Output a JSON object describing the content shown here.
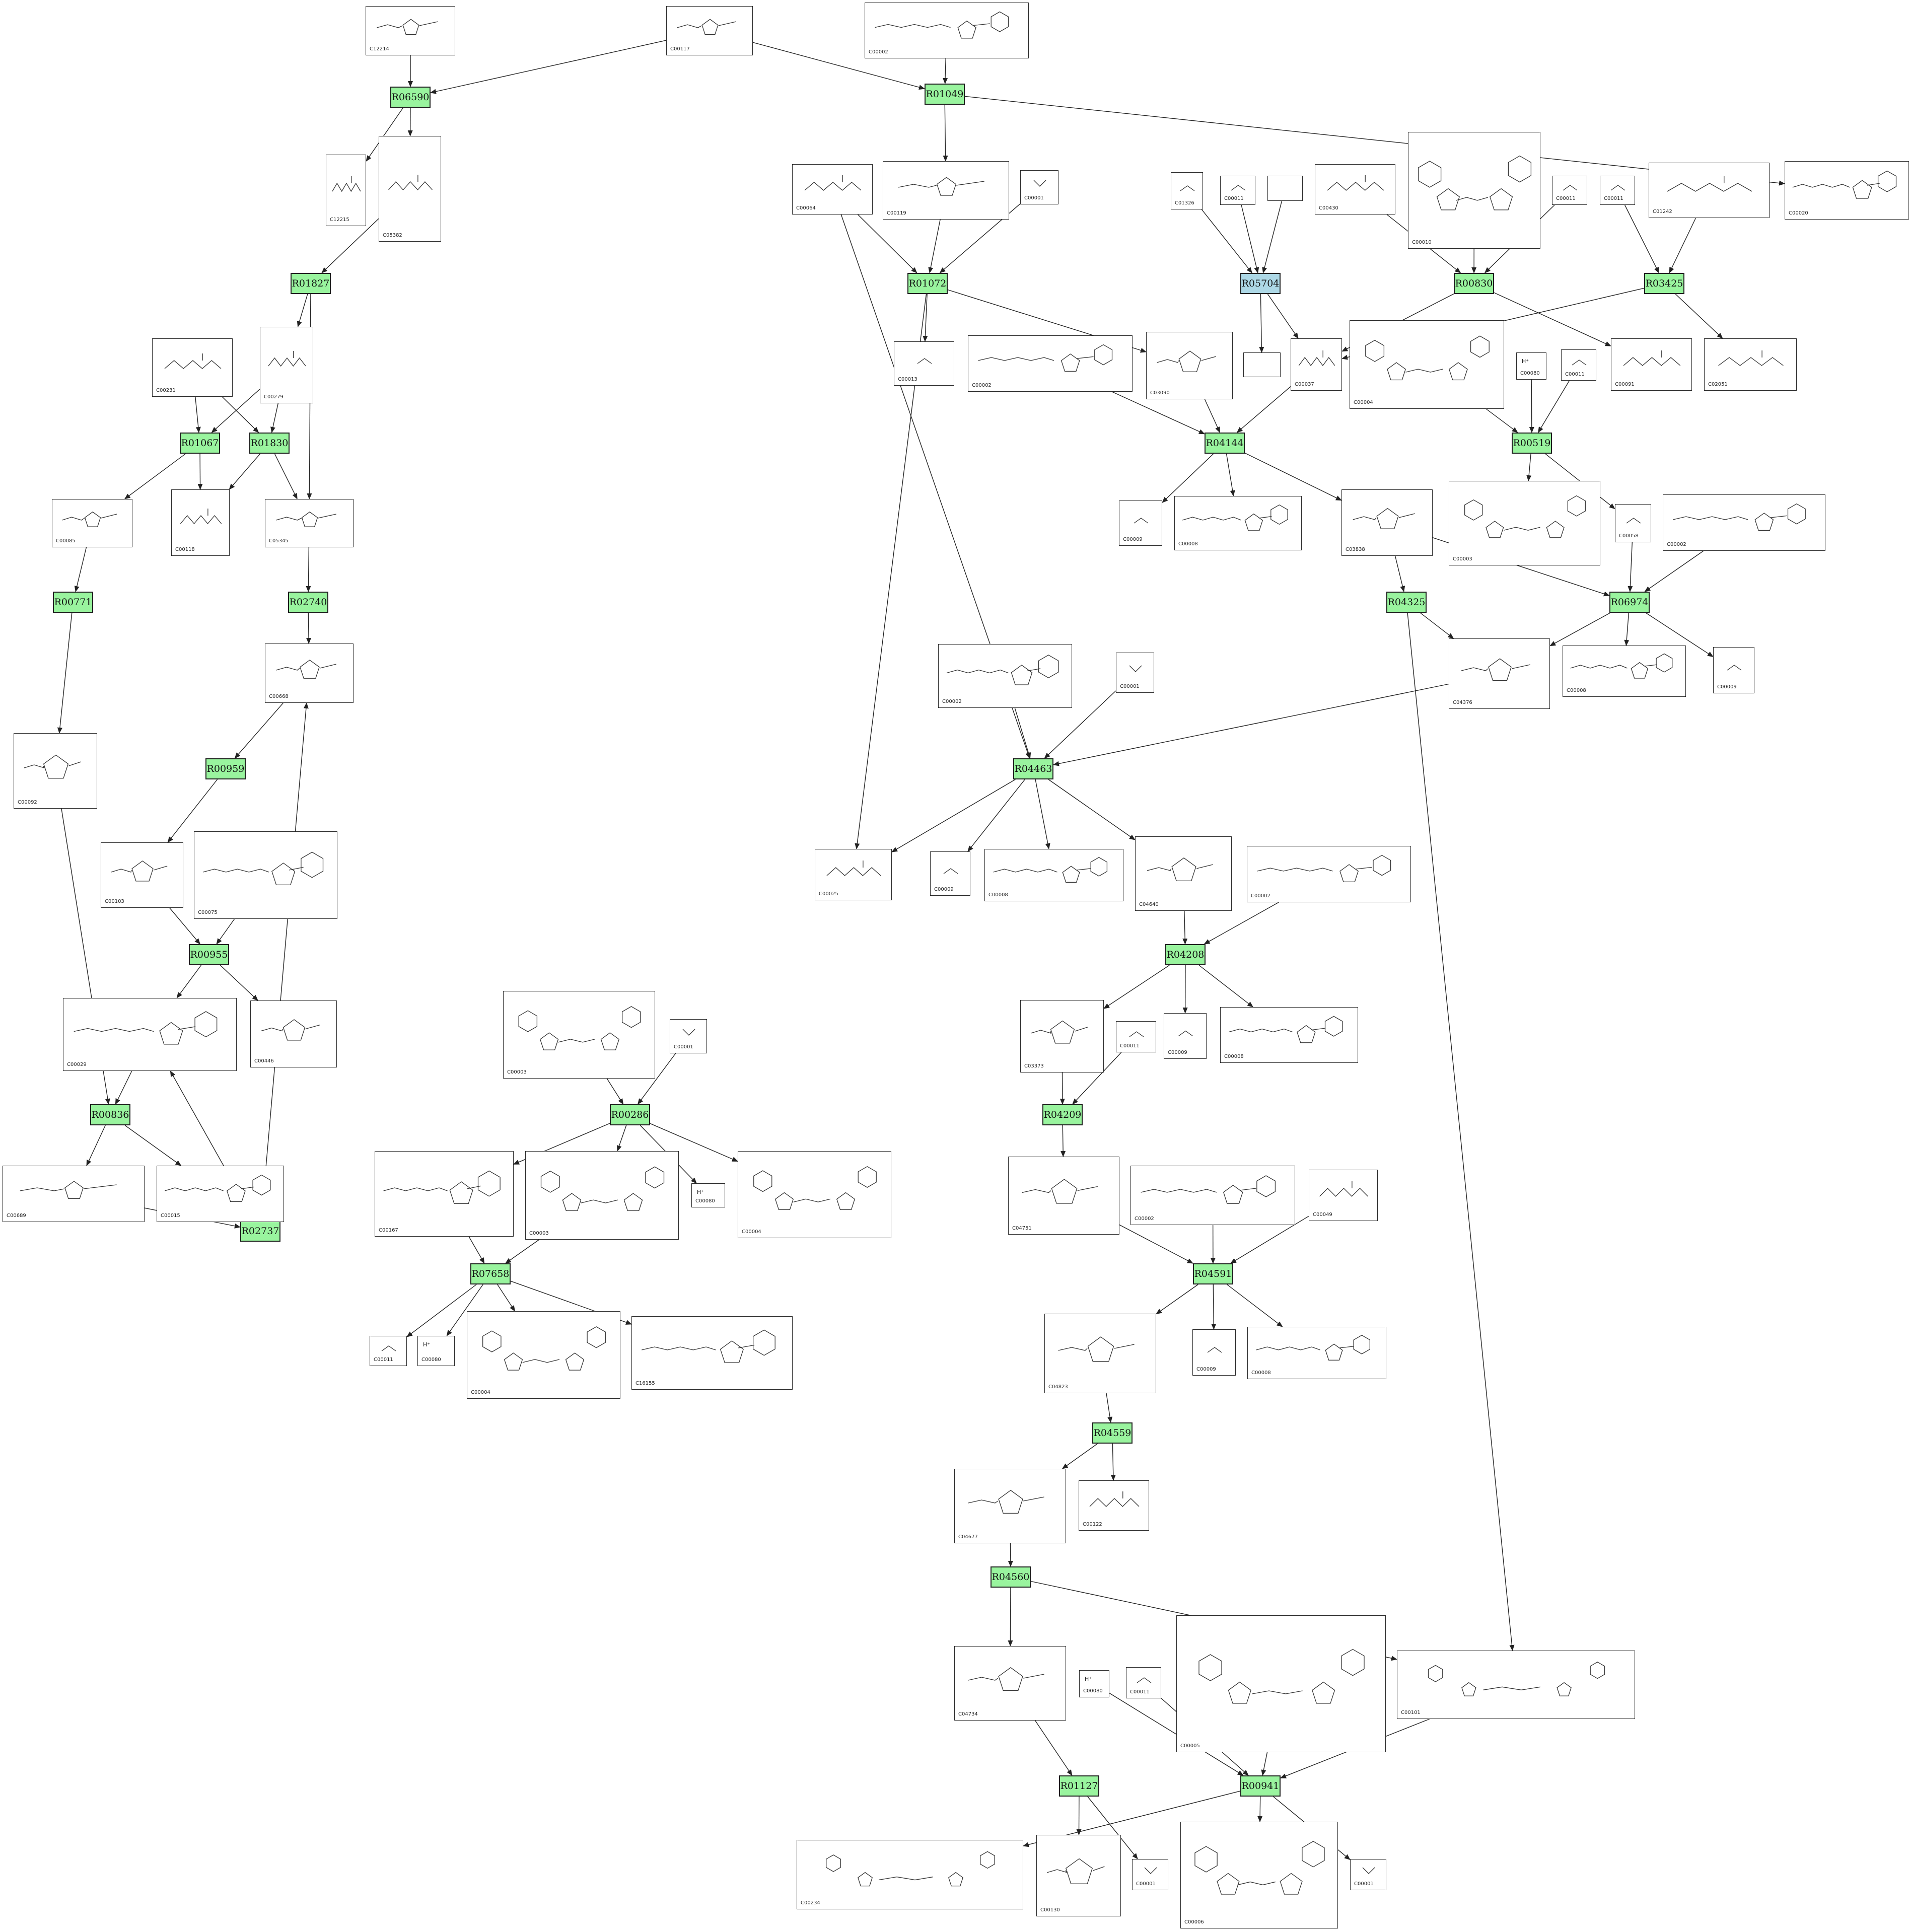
{
  "colors": {
    "reaction_fill": "#99f49e",
    "reaction_alt_fill": "#add8e6",
    "edge": "#222222",
    "compound_border": "#2a2a2a"
  },
  "reactions": [
    {
      "id": "R06590",
      "label": "R06590",
      "fill": "green"
    },
    {
      "id": "R01049",
      "label": "R01049",
      "fill": "green"
    },
    {
      "id": "R01827",
      "label": "R01827",
      "fill": "green"
    },
    {
      "id": "R01072",
      "label": "R01072",
      "fill": "green"
    },
    {
      "id": "R05704",
      "label": "R05704",
      "fill": "blue"
    },
    {
      "id": "R00830",
      "label": "R00830",
      "fill": "green"
    },
    {
      "id": "R03425",
      "label": "R03425",
      "fill": "green"
    },
    {
      "id": "R01067",
      "label": "R01067",
      "fill": "green"
    },
    {
      "id": "R01830",
      "label": "R01830",
      "fill": "green"
    },
    {
      "id": "R04144",
      "label": "R04144",
      "fill": "green"
    },
    {
      "id": "R00519",
      "label": "R00519",
      "fill": "green"
    },
    {
      "id": "R00771",
      "label": "R00771",
      "fill": "green"
    },
    {
      "id": "R02740",
      "label": "R02740",
      "fill": "green"
    },
    {
      "id": "R04325",
      "label": "R04325",
      "fill": "green"
    },
    {
      "id": "R06974",
      "label": "R06974",
      "fill": "green"
    },
    {
      "id": "R00959",
      "label": "R00959",
      "fill": "green"
    },
    {
      "id": "R04463",
      "label": "R04463",
      "fill": "green"
    },
    {
      "id": "R00955",
      "label": "R00955",
      "fill": "green"
    },
    {
      "id": "R04208",
      "label": "R04208",
      "fill": "green"
    },
    {
      "id": "R00836",
      "label": "R00836",
      "fill": "green"
    },
    {
      "id": "R00286",
      "label": "R00286",
      "fill": "green"
    },
    {
      "id": "R04209",
      "label": "R04209",
      "fill": "green"
    },
    {
      "id": "R02737",
      "label": "R02737",
      "fill": "green"
    },
    {
      "id": "R07658",
      "label": "R07658",
      "fill": "green"
    },
    {
      "id": "R04591",
      "label": "R04591",
      "fill": "green"
    },
    {
      "id": "R04559",
      "label": "R04559",
      "fill": "green"
    },
    {
      "id": "R04560",
      "label": "R04560",
      "fill": "green"
    },
    {
      "id": "R01127",
      "label": "R01127",
      "fill": "green"
    },
    {
      "id": "R00941",
      "label": "R00941",
      "fill": "green"
    }
  ],
  "compounds": [
    {
      "id": "n1",
      "code": "C12214",
      "ion": "",
      "glyph": "sugar"
    },
    {
      "id": "n2",
      "code": "C00117",
      "ion": "",
      "glyph": "sugar"
    },
    {
      "id": "n3",
      "code": "C00002",
      "ion": "",
      "glyph": "nucleotide"
    },
    {
      "id": "n4",
      "code": "C12215",
      "ion": "",
      "glyph": "chain"
    },
    {
      "id": "n5",
      "code": "C05382",
      "ion": "",
      "glyph": "chain"
    },
    {
      "id": "n6",
      "code": "C00064",
      "ion": "",
      "glyph": "chain"
    },
    {
      "id": "n7",
      "code": "C00119",
      "ion": "",
      "glyph": "sugar"
    },
    {
      "id": "n8",
      "code": "C00001",
      "ion": "",
      "glyph": "water"
    },
    {
      "id": "n9",
      "code": "C01326",
      "ion": "",
      "glyph": "small"
    },
    {
      "id": "n10",
      "code": "C00011",
      "ion": "",
      "glyph": "small"
    },
    {
      "id": "n11",
      "code": "",
      "ion": "",
      "glyph": "empty"
    },
    {
      "id": "n12",
      "code": "C00430",
      "ion": "",
      "glyph": "chain"
    },
    {
      "id": "n13",
      "code": "C00010",
      "ion": "",
      "glyph": "big"
    },
    {
      "id": "n14",
      "code": "C00011",
      "ion": "",
      "glyph": "small"
    },
    {
      "id": "n15",
      "code": "C00011",
      "ion": "",
      "glyph": "small"
    },
    {
      "id": "n16",
      "code": "C01242",
      "ion": "",
      "glyph": "chain"
    },
    {
      "id": "n17",
      "code": "C00020",
      "ion": "",
      "glyph": "nucleotide"
    },
    {
      "id": "n18",
      "code": "C00231",
      "ion": "",
      "glyph": "chain"
    },
    {
      "id": "n19",
      "code": "C00279",
      "ion": "",
      "glyph": "chain"
    },
    {
      "id": "n20",
      "code": "C00013",
      "ion": "",
      "glyph": "small"
    },
    {
      "id": "n21",
      "code": "C00002",
      "ion": "",
      "glyph": "nucleotide"
    },
    {
      "id": "n22",
      "code": "C03090",
      "ion": "",
      "glyph": "sugar"
    },
    {
      "id": "n23",
      "code": "",
      "ion": "",
      "glyph": "empty"
    },
    {
      "id": "n24",
      "code": "C00037",
      "ion": "",
      "glyph": "chain"
    },
    {
      "id": "n25",
      "code": "C00004",
      "ion": "",
      "glyph": "big"
    },
    {
      "id": "n26",
      "code": "C00080",
      "ion": "H⁺",
      "glyph": "ion"
    },
    {
      "id": "n27",
      "code": "C00011",
      "ion": "",
      "glyph": "small"
    },
    {
      "id": "n28",
      "code": "C00091",
      "ion": "",
      "glyph": "chain"
    },
    {
      "id": "n29",
      "code": "C02051",
      "ion": "",
      "glyph": "chain"
    },
    {
      "id": "n30",
      "code": "C00085",
      "ion": "",
      "glyph": "sugar"
    },
    {
      "id": "n31",
      "code": "C00118",
      "ion": "",
      "glyph": "chain"
    },
    {
      "id": "n32",
      "code": "C05345",
      "ion": "",
      "glyph": "sugar"
    },
    {
      "id": "n33",
      "code": "C00009",
      "ion": "",
      "glyph": "small"
    },
    {
      "id": "n34",
      "code": "C00008",
      "ion": "",
      "glyph": "nucleotide"
    },
    {
      "id": "n35",
      "code": "C03838",
      "ion": "",
      "glyph": "sugar"
    },
    {
      "id": "n36",
      "code": "C00003",
      "ion": "",
      "glyph": "big"
    },
    {
      "id": "n37",
      "code": "C00058",
      "ion": "",
      "glyph": "small"
    },
    {
      "id": "n38",
      "code": "C00002",
      "ion": "",
      "glyph": "nucleotide"
    },
    {
      "id": "n39",
      "code": "C00668",
      "ion": "",
      "glyph": "sugar"
    },
    {
      "id": "n40",
      "code": "C00002",
      "ion": "",
      "glyph": "nucleotide"
    },
    {
      "id": "n41",
      "code": "C00001",
      "ion": "",
      "glyph": "water"
    },
    {
      "id": "n42",
      "code": "C04376",
      "ion": "",
      "glyph": "sugar"
    },
    {
      "id": "n43",
      "code": "C00008",
      "ion": "",
      "glyph": "nucleotide"
    },
    {
      "id": "n44",
      "code": "C00009",
      "ion": "",
      "glyph": "small"
    },
    {
      "id": "n45",
      "code": "C00092",
      "ion": "",
      "glyph": "sugar"
    },
    {
      "id": "n46",
      "code": "C00103",
      "ion": "",
      "glyph": "sugar"
    },
    {
      "id": "n47",
      "code": "C00075",
      "ion": "",
      "glyph": "nucleotide"
    },
    {
      "id": "n48",
      "code": "C00025",
      "ion": "",
      "glyph": "chain"
    },
    {
      "id": "n49",
      "code": "C00009",
      "ion": "",
      "glyph": "small"
    },
    {
      "id": "n50",
      "code": "C00008",
      "ion": "",
      "glyph": "nucleotide"
    },
    {
      "id": "n51",
      "code": "C04640",
      "ion": "",
      "glyph": "sugar"
    },
    {
      "id": "n52",
      "code": "C00002",
      "ion": "",
      "glyph": "nucleotide"
    },
    {
      "id": "n53",
      "code": "C00029",
      "ion": "",
      "glyph": "nucleotide"
    },
    {
      "id": "n54",
      "code": "C00446",
      "ion": "",
      "glyph": "sugar"
    },
    {
      "id": "n55",
      "code": "C00003",
      "ion": "",
      "glyph": "big"
    },
    {
      "id": "n56",
      "code": "C00001",
      "ion": "",
      "glyph": "water"
    },
    {
      "id": "n57",
      "code": "C03373",
      "ion": "",
      "glyph": "sugar"
    },
    {
      "id": "n58",
      "code": "C00011",
      "ion": "",
      "glyph": "small"
    },
    {
      "id": "n59",
      "code": "C00009",
      "ion": "",
      "glyph": "small"
    },
    {
      "id": "n60",
      "code": "C00008",
      "ion": "",
      "glyph": "nucleotide"
    },
    {
      "id": "n61",
      "code": "C00689",
      "ion": "",
      "glyph": "sugar"
    },
    {
      "id": "n62",
      "code": "C00015",
      "ion": "",
      "glyph": "nucleotide"
    },
    {
      "id": "n63",
      "code": "C00167",
      "ion": "",
      "glyph": "nucleotide"
    },
    {
      "id": "n64",
      "code": "C00003",
      "ion": "",
      "glyph": "big"
    },
    {
      "id": "n65",
      "code": "C00080",
      "ion": "H⁺",
      "glyph": "ion"
    },
    {
      "id": "n66",
      "code": "C00004",
      "ion": "",
      "glyph": "big"
    },
    {
      "id": "n67",
      "code": "C04751",
      "ion": "",
      "glyph": "sugar"
    },
    {
      "id": "n68",
      "code": "C00002",
      "ion": "",
      "glyph": "nucleotide"
    },
    {
      "id": "n69",
      "code": "C00049",
      "ion": "",
      "glyph": "chain"
    },
    {
      "id": "n70",
      "code": "C00011",
      "ion": "",
      "glyph": "small"
    },
    {
      "id": "n71",
      "code": "C00080",
      "ion": "H⁺",
      "glyph": "ion"
    },
    {
      "id": "n72",
      "code": "C00004",
      "ion": "",
      "glyph": "big"
    },
    {
      "id": "n73",
      "code": "C16155",
      "ion": "",
      "glyph": "nucleotide"
    },
    {
      "id": "n74",
      "code": "C04823",
      "ion": "",
      "glyph": "sugar"
    },
    {
      "id": "n75",
      "code": "C00009",
      "ion": "",
      "glyph": "small"
    },
    {
      "id": "n76",
      "code": "C00008",
      "ion": "",
      "glyph": "nucleotide"
    },
    {
      "id": "n77",
      "code": "C04677",
      "ion": "",
      "glyph": "sugar"
    },
    {
      "id": "n78",
      "code": "C00122",
      "ion": "",
      "glyph": "chain"
    },
    {
      "id": "n79",
      "code": "C04734",
      "ion": "",
      "glyph": "sugar"
    },
    {
      "id": "n80",
      "code": "C00080",
      "ion": "H⁺",
      "glyph": "ion"
    },
    {
      "id": "n81",
      "code": "C00011",
      "ion": "",
      "glyph": "small"
    },
    {
      "id": "n82",
      "code": "C00005",
      "ion": "",
      "glyph": "big"
    },
    {
      "id": "n83",
      "code": "C00101",
      "ion": "",
      "glyph": "big"
    },
    {
      "id": "n84",
      "code": "C00234",
      "ion": "",
      "glyph": "big"
    },
    {
      "id": "n85",
      "code": "C00130",
      "ion": "",
      "glyph": "sugar"
    },
    {
      "id": "n86",
      "code": "C00001",
      "ion": "",
      "glyph": "water"
    },
    {
      "id": "n87",
      "code": "C00006",
      "ion": "",
      "glyph": "big"
    },
    {
      "id": "n88",
      "code": "C00001",
      "ion": "",
      "glyph": "water"
    }
  ],
  "edges": [
    [
      "n1",
      "R06590"
    ],
    [
      "n2",
      "R06590"
    ],
    [
      "R06590",
      "n4"
    ],
    [
      "R06590",
      "n5"
    ],
    [
      "n2",
      "R01049"
    ],
    [
      "n3",
      "R01049"
    ],
    [
      "R01049",
      "n7"
    ],
    [
      "R01049",
      "n17"
    ],
    [
      "n5",
      "R01827"
    ],
    [
      "R01827",
      "n19"
    ],
    [
      "R01827",
      "n32"
    ],
    [
      "n6",
      "R01072"
    ],
    [
      "n7",
      "R01072"
    ],
    [
      "n8",
      "R01072"
    ],
    [
      "R01072",
      "n20"
    ],
    [
      "R01072",
      "n22"
    ],
    [
      "R01072",
      "n48"
    ],
    [
      "n9",
      "R05704"
    ],
    [
      "n10",
      "R05704"
    ],
    [
      "n11",
      "R05704"
    ],
    [
      "R05704",
      "n23"
    ],
    [
      "R05704",
      "n24"
    ],
    [
      "n12",
      "R00830"
    ],
    [
      "n13",
      "R00830"
    ],
    [
      "n14",
      "R00830"
    ],
    [
      "R00830",
      "n24"
    ],
    [
      "R00830",
      "n28"
    ],
    [
      "n15",
      "R03425"
    ],
    [
      "n16",
      "R03425"
    ],
    [
      "R03425",
      "n24"
    ],
    [
      "R03425",
      "n29"
    ],
    [
      "n18",
      "R01067"
    ],
    [
      "n19",
      "R01067"
    ],
    [
      "R01067",
      "n30"
    ],
    [
      "R01067",
      "n31"
    ],
    [
      "n18",
      "R01830"
    ],
    [
      "n19",
      "R01830"
    ],
    [
      "R01830",
      "n31"
    ],
    [
      "R01830",
      "n32"
    ],
    [
      "n21",
      "R04144"
    ],
    [
      "n22",
      "R04144"
    ],
    [
      "n24",
      "R04144"
    ],
    [
      "R04144",
      "n33"
    ],
    [
      "R04144",
      "n34"
    ],
    [
      "R04144",
      "n35"
    ],
    [
      "n25",
      "R00519"
    ],
    [
      "n26",
      "R00519"
    ],
    [
      "n27",
      "R00519"
    ],
    [
      "R00519",
      "n36"
    ],
    [
      "R00519",
      "n37"
    ],
    [
      "n30",
      "R00771"
    ],
    [
      "R00771",
      "n45"
    ],
    [
      "n32",
      "R02740"
    ],
    [
      "R02740",
      "n39"
    ],
    [
      "n35",
      "R04325"
    ],
    [
      "R04325",
      "n42"
    ],
    [
      "R04325",
      "n83"
    ],
    [
      "n35",
      "R06974"
    ],
    [
      "n37",
      "R06974"
    ],
    [
      "n38",
      "R06974"
    ],
    [
      "R06974",
      "n42"
    ],
    [
      "R06974",
      "n43"
    ],
    [
      "R06974",
      "n44"
    ],
    [
      "n39",
      "R00959"
    ],
    [
      "R00959",
      "n46"
    ],
    [
      "n40",
      "R04463"
    ],
    [
      "n41",
      "R04463"
    ],
    [
      "n42",
      "R04463"
    ],
    [
      "n6",
      "R04463"
    ],
    [
      "R04463",
      "n48"
    ],
    [
      "R04463",
      "n49"
    ],
    [
      "R04463",
      "n50"
    ],
    [
      "R04463",
      "n51"
    ],
    [
      "n46",
      "R00955"
    ],
    [
      "n47",
      "R00955"
    ],
    [
      "R00955",
      "n53"
    ],
    [
      "R00955",
      "n54"
    ],
    [
      "n51",
      "R04208"
    ],
    [
      "n52",
      "R04208"
    ],
    [
      "R04208",
      "n57"
    ],
    [
      "R04208",
      "n59"
    ],
    [
      "R04208",
      "n60"
    ],
    [
      "n45",
      "R00836"
    ],
    [
      "n53",
      "R00836"
    ],
    [
      "R00836",
      "n61"
    ],
    [
      "R00836",
      "n62"
    ],
    [
      "n55",
      "R00286"
    ],
    [
      "n56",
      "R00286"
    ],
    [
      "R00286",
      "n63"
    ],
    [
      "R00286",
      "n64"
    ],
    [
      "R00286",
      "n65"
    ],
    [
      "R00286",
      "n66"
    ],
    [
      "n57",
      "R04209"
    ],
    [
      "n58",
      "R04209"
    ],
    [
      "R04209",
      "n67"
    ],
    [
      "n61",
      "R02737"
    ],
    [
      "n62",
      "R02737"
    ],
    [
      "R02737",
      "n39"
    ],
    [
      "R02737",
      "n53"
    ],
    [
      "n63",
      "R07658"
    ],
    [
      "n64",
      "R07658"
    ],
    [
      "R07658",
      "n70"
    ],
    [
      "R07658",
      "n71"
    ],
    [
      "R07658",
      "n72"
    ],
    [
      "R07658",
      "n73"
    ],
    [
      "n67",
      "R04591"
    ],
    [
      "n68",
      "R04591"
    ],
    [
      "n69",
      "R04591"
    ],
    [
      "R04591",
      "n74"
    ],
    [
      "R04591",
      "n75"
    ],
    [
      "R04591",
      "n76"
    ],
    [
      "n74",
      "R04559"
    ],
    [
      "R04559",
      "n77"
    ],
    [
      "R04559",
      "n78"
    ],
    [
      "n77",
      "R04560"
    ],
    [
      "R04560",
      "n79"
    ],
    [
      "R04560",
      "n83"
    ],
    [
      "n79",
      "R01127"
    ],
    [
      "R01127",
      "n85"
    ],
    [
      "R01127",
      "n86"
    ],
    [
      "n80",
      "R00941"
    ],
    [
      "n81",
      "R00941"
    ],
    [
      "n82",
      "R00941"
    ],
    [
      "n83",
      "R00941"
    ],
    [
      "R00941",
      "n84"
    ],
    [
      "R00941",
      "n87"
    ],
    [
      "R00941",
      "n88"
    ]
  ]
}
